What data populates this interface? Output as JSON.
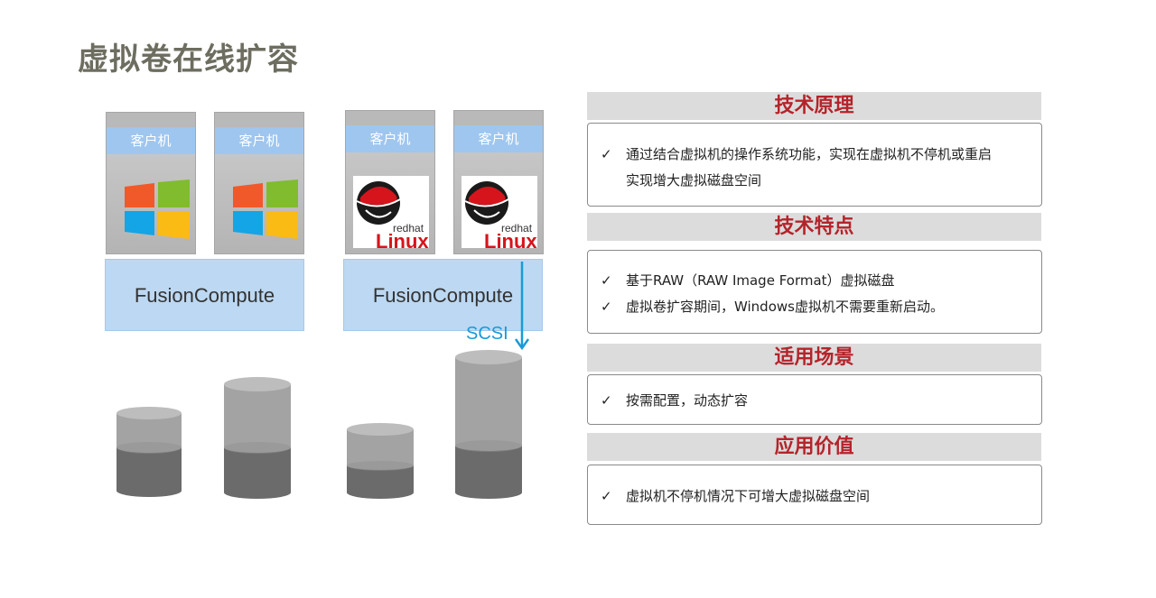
{
  "title": "虚拟卷在线扩容",
  "diagram": {
    "vm_label": "客户机",
    "vms": [
      {
        "label": "客户机",
        "os_icon": "windows-logo-icon"
      },
      {
        "label": "客户机",
        "os_icon": "windows-logo-icon"
      },
      {
        "label": "客户机",
        "os_icon": "redhat-linux-logo-icon",
        "logo_text_top": "redhat",
        "logo_text_main": "Linux"
      },
      {
        "label": "客户机",
        "os_icon": "redhat-linux-logo-icon",
        "logo_text_top": "redhat",
        "logo_text_main": "Linux"
      }
    ],
    "hypervisors": [
      "FusionCompute",
      "FusionCompute"
    ],
    "arrow_label": "SCSI"
  },
  "sections": [
    {
      "heading": "技术原理",
      "items": [
        "通过结合虚拟机的操作系统功能，实现在虚拟机不停机或重启",
        "实现增大虚拟磁盘空间"
      ]
    },
    {
      "heading": "技术特点",
      "items": [
        "基于RAW（RAW Image Format）虚拟磁盘",
        "虚拟卷扩容期间，Windows虚拟机不需要重新启动。"
      ]
    },
    {
      "heading": "适用场景",
      "items": [
        "按需配置，动态扩容"
      ]
    },
    {
      "heading": "应用价值",
      "items": [
        "虚拟机不停机情况下可增大虚拟磁盘空间"
      ]
    }
  ],
  "check_glyph": "✓",
  "colors": {
    "heading_red": "#b4242b",
    "vm_label_blue": "#9fc6ef",
    "fc_blue": "#bcd8f2",
    "scsi_blue": "#1a9bd7"
  }
}
